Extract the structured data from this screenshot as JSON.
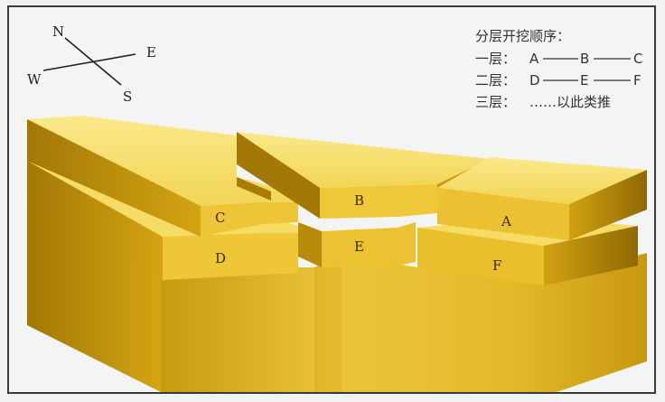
{
  "compass": {
    "north": "N",
    "east": "E",
    "south": "S",
    "west": "W"
  },
  "legend": {
    "title": "分层开挖顺序：",
    "layer1_prefix": "一层：",
    "layer1_a": "A",
    "layer1_b": "B",
    "layer1_c": "C",
    "layer2_prefix": "二层：",
    "layer2_d": "D",
    "layer2_e": "E",
    "layer2_f": "F",
    "layer3_prefix": "三层：",
    "layer3_text": "……以此类推"
  },
  "blocks": {
    "a": "A",
    "b": "B",
    "c": "C",
    "d": "D",
    "e": "E",
    "f": "F"
  },
  "colors": {
    "top": "#f7de68",
    "front": "#e9bf2b",
    "side_light": "#d9a915",
    "side_dark": "#9c7306",
    "base_top": "#f4d85a"
  }
}
